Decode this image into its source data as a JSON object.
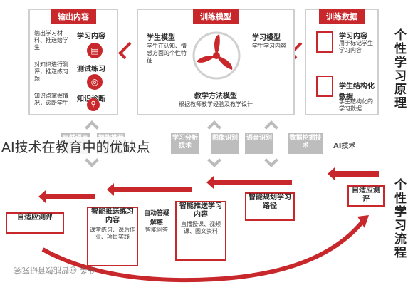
{
  "top_right": {
    "title": "训练数据",
    "row1": {
      "label": "学习内容",
      "desc": "用于标记学生学习内容"
    },
    "row2": {
      "label": "学生结构化数据",
      "desc": "学生结构化的学习数据"
    }
  },
  "top_middle": {
    "title": "训练模型",
    "left_label": "学生模型",
    "left_desc": "学生在认知、情感方面的个性特征",
    "right_label": "学习模型",
    "right_desc": "学生学习内容",
    "bottom_label": "教学方法模型",
    "bottom_desc": "根据教师教学经验及教学设计"
  },
  "top_left": {
    "title": "输出内容",
    "items": [
      {
        "label": "学习内容",
        "desc": "输出学习材料、推送给学生"
      },
      {
        "label": "测试练习",
        "desc": "对知识进行测评，推送练习题"
      },
      {
        "label": "知识诊断",
        "desc": "知识点掌握情况，诊断学生"
      }
    ]
  },
  "middle_row": {
    "ai_label": "AI技术",
    "boxes": [
      "自然语言处理",
      "智能推荐算法",
      "学习分析技术",
      "图像识别",
      "语音识别",
      "数据挖掘技术"
    ]
  },
  "side": {
    "top": "个性学习原理",
    "bottom": "个性学习流程"
  },
  "flow": {
    "step1": {
      "title": "自适应测评"
    },
    "step2": {
      "title": "智能规划学习路径"
    },
    "step3": {
      "title": "智能推送学习内容",
      "desc": "直播授课、视频课、图文资料"
    },
    "step4": {
      "title": "自动答疑解惑",
      "desc": "智能问答"
    },
    "step5": {
      "title": "智能推送练习内容",
      "desc": "课堂练习、课后作业、项目实践"
    },
    "step6": {
      "title": "自适应测评"
    }
  },
  "caption": "AI技术在教育中的优缺点",
  "watermark": "头条 @智能教育研究院"
}
